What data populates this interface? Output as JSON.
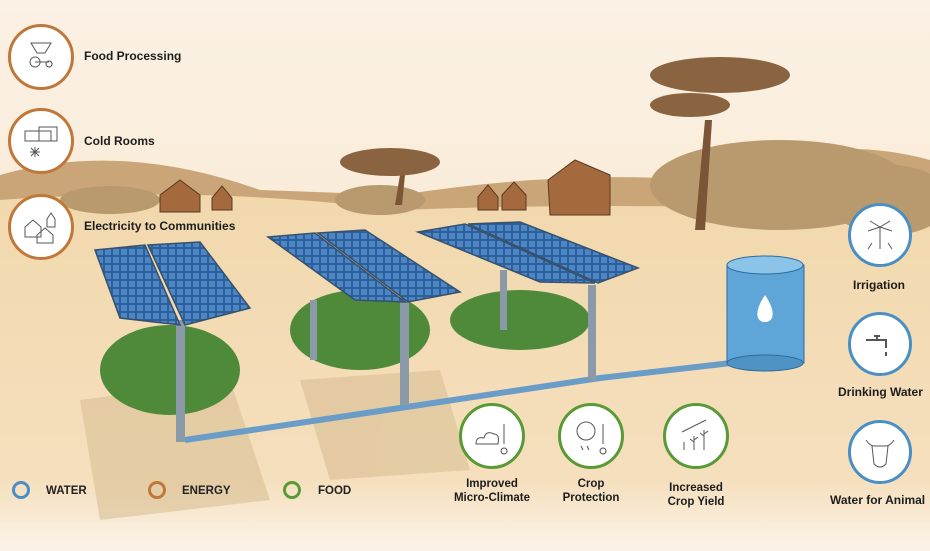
{
  "colors": {
    "water": "#4a8fc4",
    "energy": "#c0783a",
    "food": "#5a9a36",
    "sand": "#f0d9b3"
  },
  "energy_uses": [
    {
      "label": "Food Processing",
      "icon": "food-processor-icon"
    },
    {
      "label": "Cold Rooms",
      "icon": "air-conditioner-icon"
    },
    {
      "label": "Electricity to Communities",
      "icon": "houses-icon"
    }
  ],
  "water_uses": [
    {
      "label": "Irrigation",
      "icon": "sprinkler-icon"
    },
    {
      "label": "Drinking Water",
      "icon": "tap-icon"
    },
    {
      "label": "Water for Animal",
      "icon": "cow-icon"
    }
  ],
  "food_benefits": [
    {
      "label_line1": "Improved",
      "label_line2": "Micro-Climate",
      "icon": "cloud-thermometer-icon"
    },
    {
      "label_line1": "Crop",
      "label_line2": "Protection",
      "icon": "sun-thermometer-icon"
    },
    {
      "label_line1": "Increased",
      "label_line2": "Crop Yield",
      "icon": "growing-plants-icon"
    }
  ],
  "legend": [
    {
      "label": "WATER"
    },
    {
      "label": "ENERGY"
    },
    {
      "label": "FOOD"
    }
  ]
}
